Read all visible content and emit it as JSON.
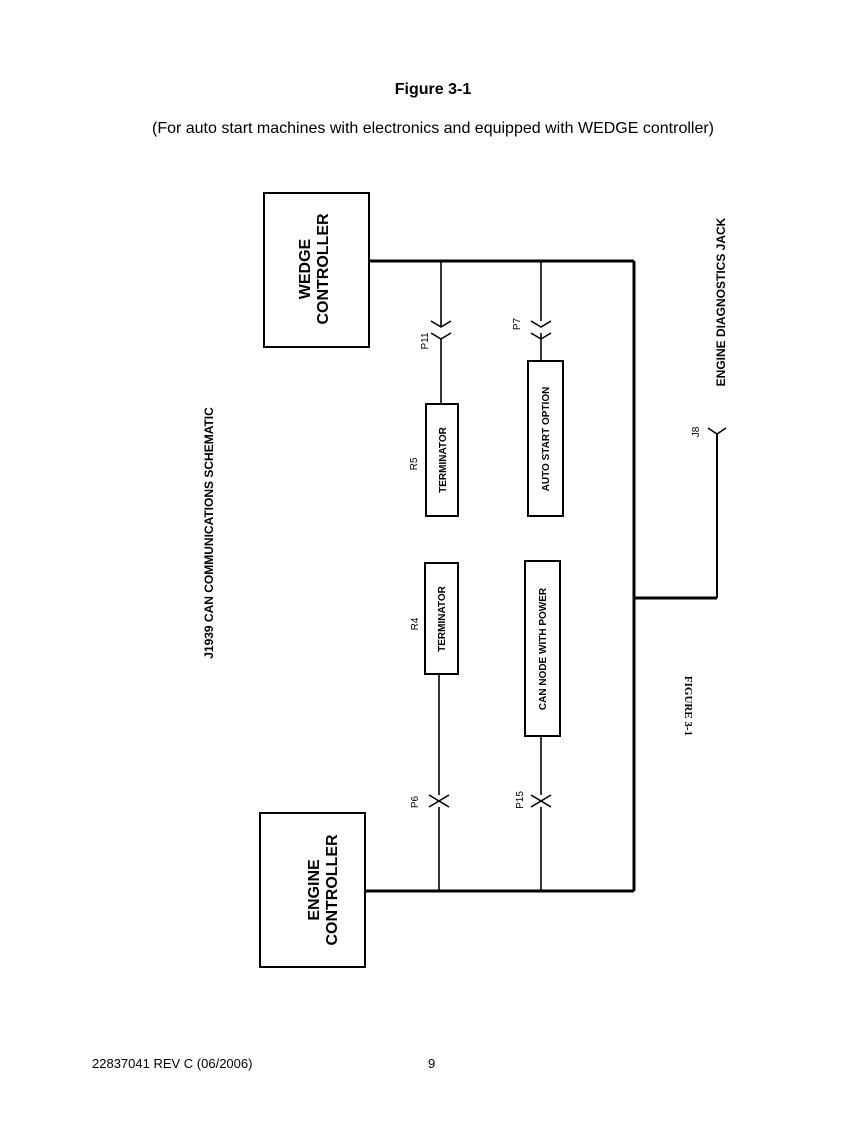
{
  "page": {
    "title": "Figure 3-1",
    "subtitle": "(For auto start machines with electronics and equipped with WEDGE controller)"
  },
  "diagram": {
    "schematic_title": "J1939 CAN COMMUNICATIONS SCHEMATIC",
    "figure_caption": "FIGURE 3-1",
    "wedge_controller": {
      "line1": "WEDGE",
      "line2": "CONTROLLER"
    },
    "engine_controller": {
      "line1": "ENGINE",
      "line2": "CONTROLLER"
    },
    "components": {
      "terminator_r5": {
        "label": "TERMINATOR",
        "ref": "R5"
      },
      "auto_start_option": {
        "label": "AUTO START OPTION"
      },
      "terminator_r4": {
        "label": "TERMINATOR",
        "ref": "R4"
      },
      "can_node": {
        "label": "CAN NODE WITH POWER"
      }
    },
    "connectors": {
      "p11": "P11",
      "p7": "P7",
      "p6": "P6",
      "p15": "P15",
      "j8": "J8"
    },
    "diagnostics_jack": "ENGINE DIAGNOSTICS JACK"
  },
  "footer": {
    "doc_number": "22837041 REV C (06/2006)",
    "page_number": "9"
  }
}
